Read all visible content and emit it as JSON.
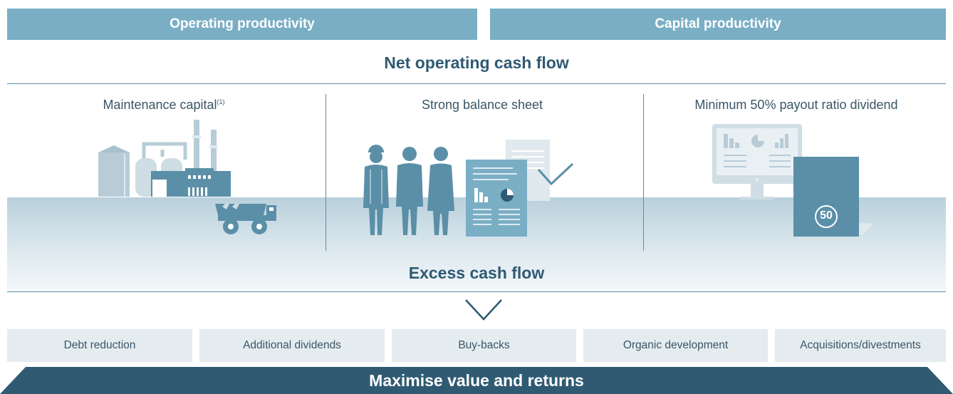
{
  "header": {
    "operating_label": "Operating productivity",
    "capital_label": "Capital productivity"
  },
  "net_operating_cash_flow": "Net operating cash flow",
  "columns": [
    {
      "title": "Maintenance capital",
      "footnote": "(1)",
      "icon": "industrial-plant-truck-icon"
    },
    {
      "title": "Strong balance sheet",
      "icon": "people-documents-icon"
    },
    {
      "title": "Minimum 50% payout ratio dividend",
      "icon": "monitor-chart-dividend-icon",
      "badge": "50"
    }
  ],
  "excess_cash_flow": "Excess cash flow",
  "options": [
    "Debt reduction",
    "Additional dividends",
    "Buy-backs",
    "Organic development",
    "Acquisitions/divestments"
  ],
  "banner": "Maximise value and returns",
  "colors": {
    "bar_blue": "#7aaec5",
    "dark_teal": "#2f5a72",
    "icon_blue": "#5b8fa8",
    "option_bg": "#e5ecf0"
  }
}
